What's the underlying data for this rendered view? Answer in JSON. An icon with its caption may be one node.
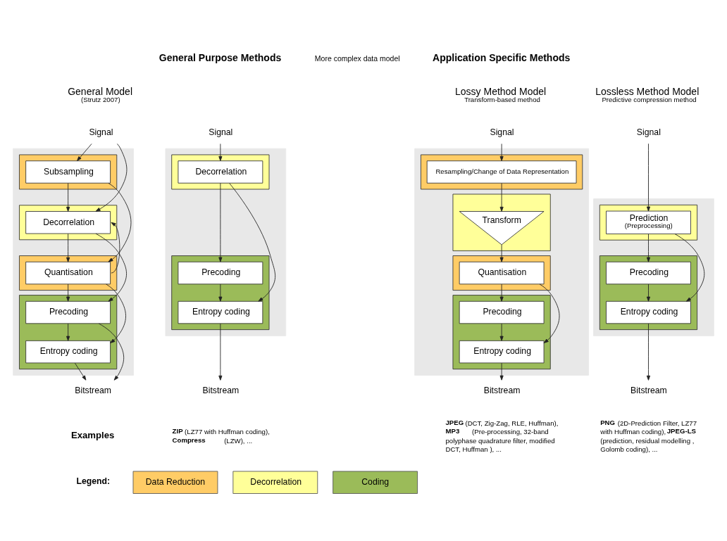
{
  "diagram": {
    "nodes": [
      {
        "text": [
          "Signal"
        ]
      },
      {
        "text": [],
        "shape": "box"
      },
      {
        "text": [],
        "shape": "box",
        "in": 1
      },
      {
        "text": [
          "Subsampling"
        ],
        "in": 2
      },
      {
        "text": [],
        "shape": "box",
        "in": 1
      },
      {
        "text": [
          "Decorrelation"
        ],
        "in": 4
      },
      {
        "text": [],
        "shape": "box",
        "in": 1
      },
      {
        "text": [
          "Quantisation"
        ],
        "in": 6
      },
      {
        "text": [],
        "shape": "box",
        "in": 1
      },
      {
        "text": [
          "Precoding"
        ],
        "in": 8
      },
      {
        "text": [
          "Entropy coding"
        ],
        "in": 8
      },
      {
        "text": [
          "Bitstream"
        ]
      },
      {
        "text": [
          "Signal"
        ]
      },
      {
        "text": [],
        "shape": "box"
      },
      {
        "text": [],
        "shape": "box",
        "in": 13
      },
      {
        "text": [
          "Decorrelation"
        ],
        "in": 14
      },
      {
        "text": [],
        "shape": "box",
        "in": 13
      },
      {
        "text": [
          "Precoding"
        ],
        "in": 16
      },
      {
        "text": [
          "Entropy coding"
        ],
        "in": 16
      },
      {
        "text": [
          "Bitstream"
        ]
      },
      {
        "text": [
          "Signal"
        ]
      },
      {
        "text": [],
        "shape": "box"
      },
      {
        "text": [],
        "shape": "box",
        "in": 21
      },
      {
        "text": [
          "Resampling/Change of Data Representation"
        ],
        "in": 22
      },
      {
        "text": [],
        "shape": "box",
        "in": 21
      },
      {
        "text": [
          "Transform"
        ],
        "in": 24
      },
      {
        "text": [],
        "shape": "box",
        "in": 21
      },
      {
        "text": [
          "Quantisation"
        ],
        "in": 26
      },
      {
        "text": [],
        "shape": "box",
        "in": 21
      },
      {
        "text": [
          "Precoding"
        ],
        "in": 28
      },
      {
        "text": [
          "Entropy coding"
        ],
        "in": 28
      },
      {
        "text": [
          "Bitstream"
        ]
      },
      {
        "text": [
          "Signal"
        ]
      },
      {
        "text": [],
        "shape": "box"
      },
      {
        "text": [],
        "shape": "box",
        "in": 33
      },
      {
        "text": [
          "Prediction",
          "(Preprocessing)"
        ],
        "in": 34
      },
      {
        "text": [],
        "shape": "box",
        "in": 33
      },
      {
        "text": [
          "Precoding"
        ],
        "in": 36
      },
      {
        "text": [
          "Entropy coding"
        ],
        "in": 36
      },
      {
        "text": [
          "Bitstream"
        ]
      }
    ],
    "edges": [
      {
        "from": 0,
        "to": 3,
        "arrow": "to"
      },
      {
        "from": 3,
        "to": 5,
        "arrow": "to"
      },
      {
        "from": 5,
        "to": 7,
        "arrow": "to"
      },
      {
        "from": 7,
        "to": 9,
        "arrow": "to"
      },
      {
        "from": 9,
        "to": 10,
        "arrow": "to"
      },
      {
        "from": 10,
        "to": 11,
        "arrow": "to"
      },
      {
        "from": 7,
        "to": 5,
        "arrow": "to"
      },
      {
        "from": 0,
        "to": 5,
        "arrow": "to"
      },
      {
        "from": 3,
        "to": 7,
        "arrow": "to"
      },
      {
        "from": 5,
        "to": 9,
        "arrow": "to"
      },
      {
        "from": 7,
        "to": 10,
        "arrow": "to"
      },
      {
        "from": 9,
        "to": 11,
        "arrow": "to"
      },
      {
        "from": 12,
        "to": 15,
        "arrow": "to"
      },
      {
        "from": 15,
        "to": 17,
        "arrow": "to"
      },
      {
        "from": 17,
        "to": 18,
        "arrow": "to"
      },
      {
        "from": 18,
        "to": 19,
        "arrow": "to"
      },
      {
        "from": 15,
        "to": 18,
        "arrow": "to"
      },
      {
        "from": 20,
        "to": 23,
        "arrow": "to"
      },
      {
        "from": 23,
        "to": 25,
        "arrow": "to"
      },
      {
        "from": 25,
        "to": 27,
        "arrow": "to"
      },
      {
        "from": 27,
        "to": 29,
        "arrow": "to"
      },
      {
        "from": 29,
        "to": 30,
        "arrow": "to"
      },
      {
        "from": 30,
        "to": 31,
        "arrow": "to"
      },
      {
        "from": 27,
        "to": 30,
        "arrow": "to"
      },
      {
        "from": 32,
        "to": 35,
        "arrow": "to"
      },
      {
        "from": 35,
        "to": 37,
        "arrow": "to"
      },
      {
        "from": 37,
        "to": 38,
        "arrow": "to"
      },
      {
        "from": 38,
        "to": 39,
        "arrow": "to"
      },
      {
        "from": 35,
        "to": 38,
        "arrow": "to"
      }
    ],
    "labels": [
      "General Purpose Methods",
      "Application Specific Methods",
      "More complex data model",
      "General Model",
      "(Strutz 2007)",
      "Lossy Method Model",
      "Transform-based method",
      "Lossless Method Model",
      "Predictive compression method",
      "Examples",
      "**ZIP** (LZ77 with Huffman coding), **Compress** (LZW), ...",
      "**JPEG** (DCT, Zig-Zag, RLE, Huffman), **MP3** (Pre-processing, 32-band polyphase quadrature filter, modified DCT, Huffman ), ...",
      "**PNG** (2D-Prediction Filter, LZ77 with Huffman coding), **JPEG-LS** (prediction, residual modelling , Golomb coding), ...",
      "Legend:"
    ],
    "legend": [
      {
        "text": "Data Reduction",
        "color": "#ffcc66"
      },
      {
        "text": "Decorrelation",
        "color": "#ffff99"
      },
      {
        "text": "Coding",
        "color": "#9bbb59"
      }
    ]
  }
}
